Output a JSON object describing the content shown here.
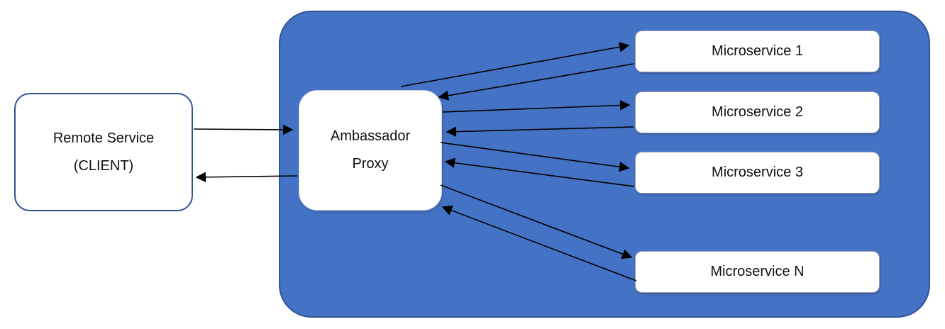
{
  "diagram": {
    "title": "Ambassador pattern diagram",
    "client": {
      "label_line1": "Remote Service",
      "label_line2": "(CLIENT)"
    },
    "proxy": {
      "label_line1": "Ambassador",
      "label_line2": "Proxy"
    },
    "microservices": [
      {
        "label": "Microservice 1"
      },
      {
        "label": "Microservice 2"
      },
      {
        "label": "Microservice 3"
      },
      {
        "label": "Microservice N"
      }
    ],
    "connections": [
      {
        "from": "Remote Service (CLIENT)",
        "to": "Ambassador Proxy"
      },
      {
        "from": "Ambassador Proxy",
        "to": "Remote Service (CLIENT)"
      },
      {
        "from": "Ambassador Proxy",
        "to": "Microservice 1"
      },
      {
        "from": "Microservice 1",
        "to": "Ambassador Proxy"
      },
      {
        "from": "Ambassador Proxy",
        "to": "Microservice 2"
      },
      {
        "from": "Microservice 2",
        "to": "Ambassador Proxy"
      },
      {
        "from": "Ambassador Proxy",
        "to": "Microservice 3"
      },
      {
        "from": "Microservice 3",
        "to": "Ambassador Proxy"
      },
      {
        "from": "Ambassador Proxy",
        "to": "Microservice N"
      },
      {
        "from": "Microservice N",
        "to": "Ambassador Proxy"
      }
    ],
    "colors": {
      "container_fill": "#4472C4",
      "container_border": "#2F5597",
      "client_border": "#2F5496",
      "node_fill": "#FFFFFF",
      "arrow": "#000000",
      "text": "#111111",
      "page_background": "#FFFFFF"
    }
  }
}
